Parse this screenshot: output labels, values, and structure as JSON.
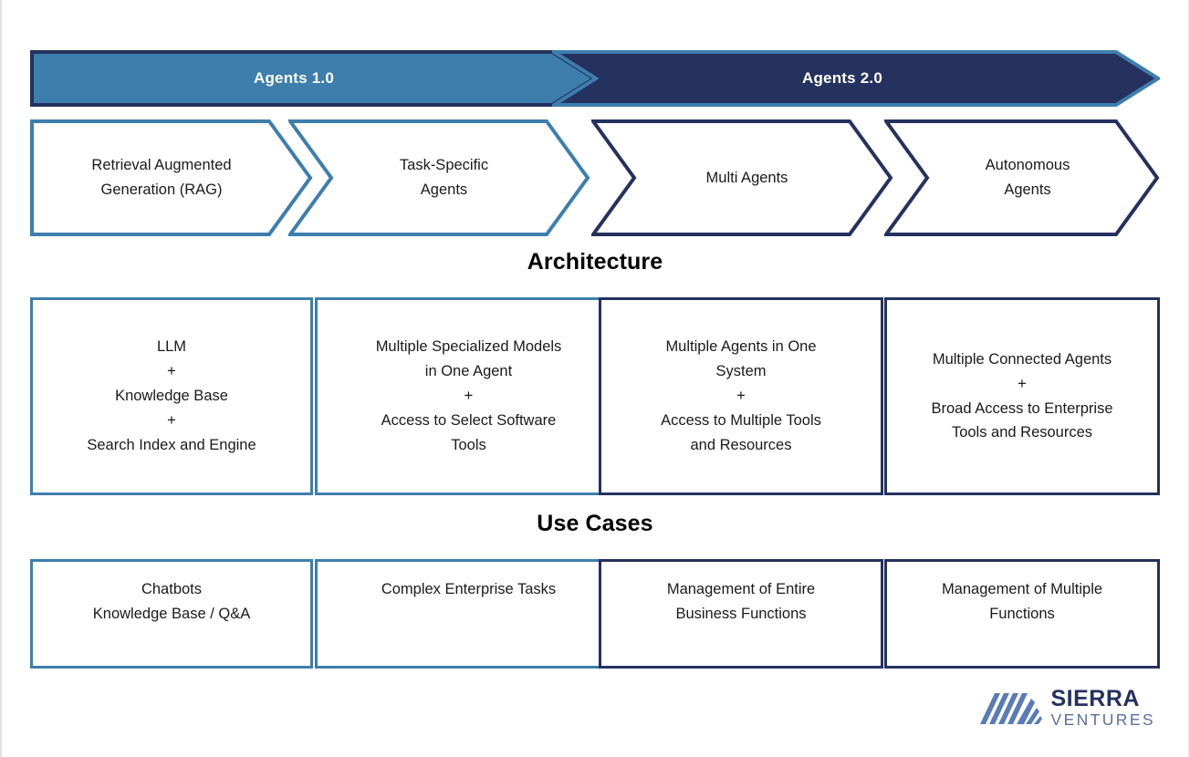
{
  "slide": {
    "colors": {
      "light_blue": "#3d7ead",
      "dark_navy": "#25315e",
      "banner_fill_1": "#3d7ead",
      "banner_fill_2": "#25315e",
      "text": "#1a1a1a",
      "logo_navy": "#25315e",
      "logo_blue": "#5a6e9c"
    },
    "banners": [
      {
        "label": "Agents 1.0",
        "fill": "#3d7ead",
        "stroke": "#25315e"
      },
      {
        "label": "Agents 2.0",
        "fill": "#25315e",
        "stroke": "#3d7ead"
      }
    ],
    "stages": [
      {
        "label": "Retrieval Augmented\nGeneration (RAG)",
        "stroke": "#3d7ead"
      },
      {
        "label": "Task-Specific\nAgents",
        "stroke": "#3d7ead"
      },
      {
        "label": "Multi Agents",
        "stroke": "#25315e"
      },
      {
        "label": "Autonomous\nAgents",
        "stroke": "#25315e"
      }
    ],
    "sections": [
      {
        "title": "Architecture",
        "cards": [
          {
            "text": "LLM\n+\nKnowledge Base\n+\nSearch Index and Engine",
            "border": "light",
            "align": "center"
          },
          {
            "text": "Multiple Specialized Models\nin One Agent\n+\nAccess to Select Software\nTools",
            "border": "light",
            "align": "center"
          },
          {
            "text": "Multiple Agents in One\nSystem\n+\nAccess to Multiple Tools\nand Resources",
            "border": "dark",
            "align": "center"
          },
          {
            "text": "Multiple Connected Agents\n+\nBroad Access to Enterprise\nTools and Resources",
            "border": "dark",
            "align": "center"
          }
        ]
      },
      {
        "title": "Use Cases",
        "cards": [
          {
            "text": "Chatbots\nKnowledge Base / Q&A",
            "border": "light",
            "align": "top"
          },
          {
            "text": "Complex Enterprise Tasks",
            "border": "light",
            "align": "top"
          },
          {
            "text": "Management of Entire\nBusiness Functions",
            "border": "dark",
            "align": "top"
          },
          {
            "text": "Management of Multiple\nFunctions",
            "border": "dark",
            "align": "top"
          }
        ]
      }
    ],
    "logo": {
      "name": "SIERRA",
      "subtitle": "VENTURES"
    }
  }
}
